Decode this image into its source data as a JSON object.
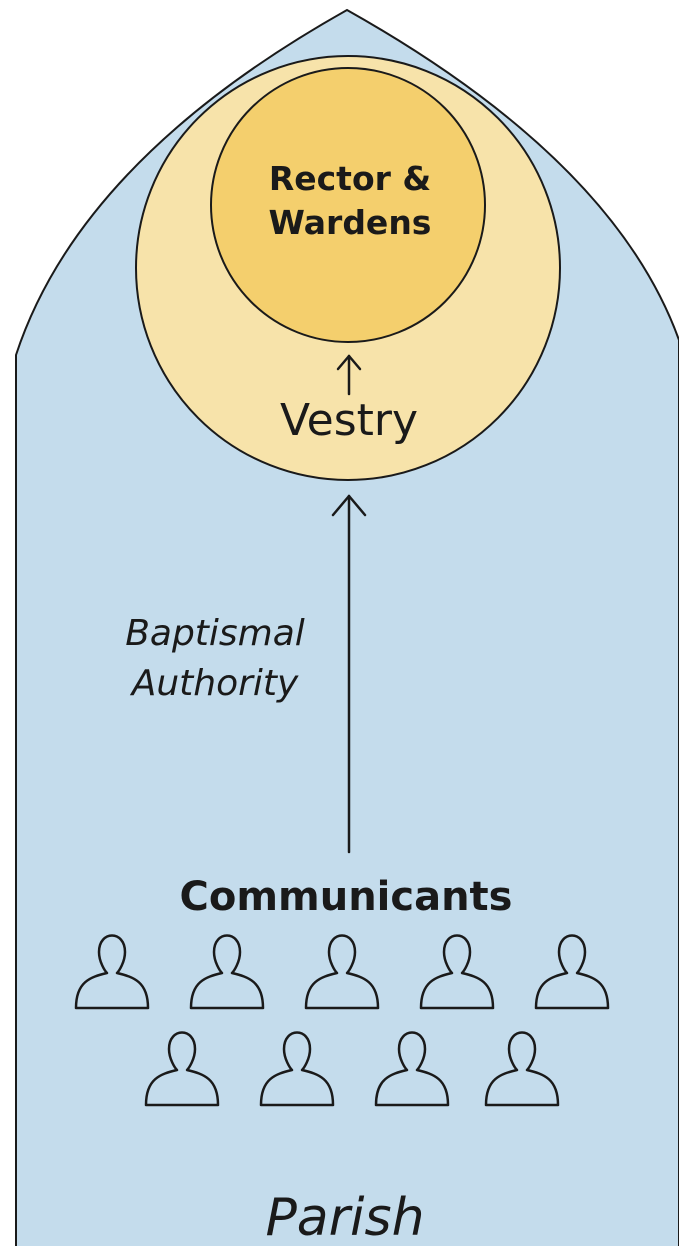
{
  "colors": {
    "parish_fill": "#c4dcec",
    "vestry_fill": "#f7e3aa",
    "rector_fill": "#f4cf6d",
    "outline": "#1a1a1a"
  },
  "rector_line1": "Rector &",
  "rector_line2": "Wardens",
  "vestry_label": "Vestry",
  "authority_line1": "Baptismal",
  "authority_line2": "Authority",
  "communicants_label": "Communicants",
  "parish_label": "Parish",
  "icons": {
    "person": "person-icon",
    "count_row1": 5,
    "count_row2": 4
  }
}
